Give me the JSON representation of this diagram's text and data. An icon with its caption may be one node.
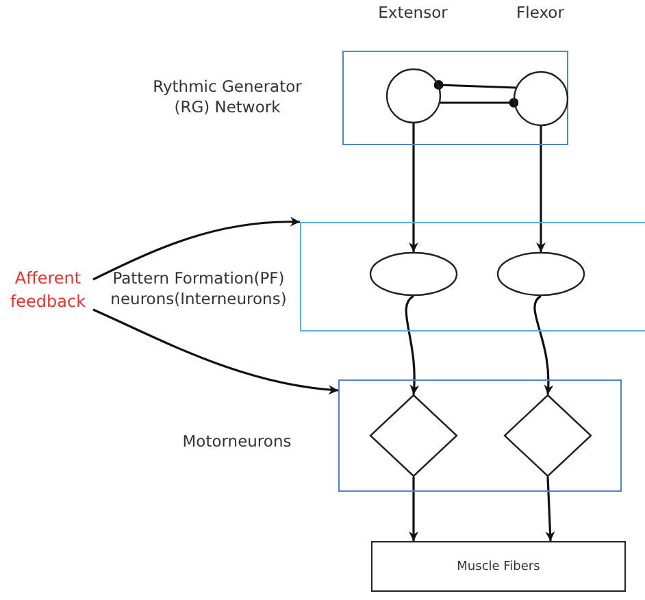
{
  "diagram": {
    "nodes": [
      {
        "text": [
          "Rythmic Generator (RG) Network"
        ]
      },
      {
        "text": [],
        "shape": "circle",
        "in": 0,
        "beside": [
          "Extensor"
        ]
      },
      {
        "text": [],
        "shape": "circle",
        "in": 0,
        "beside": [
          "Flexor"
        ]
      },
      {
        "text": [
          "Pattern Formation(PF) neurons(Interneurons)"
        ]
      },
      {
        "text": [],
        "shape": "ellipse",
        "in": 3
      },
      {
        "text": [],
        "shape": "ellipse",
        "in": 3
      },
      {
        "text": [
          "Motorneurons"
        ]
      },
      {
        "text": [],
        "shape": "diamond",
        "in": 6
      },
      {
        "text": [],
        "shape": "diamond",
        "in": 6
      },
      {
        "text": [
          "Muscle Fibers"
        ]
      },
      {
        "text": [
          "Afferent feedback"
        ]
      }
    ],
    "edges": [
      {
        "from": 2,
        "to": 1,
        "arrow": "other"
      },
      {
        "from": 1,
        "to": 2,
        "arrow": "other"
      },
      {
        "from": 1,
        "to": 4,
        "arrow": "to"
      },
      {
        "from": 2,
        "to": 5,
        "arrow": "to"
      },
      {
        "from": 4,
        "to": 7,
        "arrow": "to"
      },
      {
        "from": 5,
        "to": 8,
        "arrow": "to"
      },
      {
        "from": 7,
        "to": 9,
        "arrow": "to"
      },
      {
        "from": 8,
        "to": 9,
        "arrow": "to"
      },
      {
        "from": 10,
        "to": 3,
        "arrow": "to"
      },
      {
        "from": 10,
        "to": 6,
        "arrow": "to"
      }
    ]
  }
}
